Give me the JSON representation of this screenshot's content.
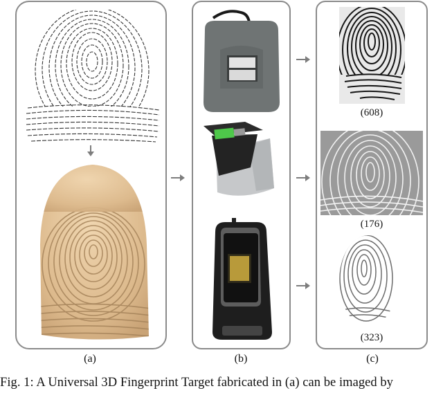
{
  "figure": {
    "panels": [
      {
        "id": "a",
        "label": "(a)",
        "content": "fingerprint-pattern and 3D-printed finger target"
      },
      {
        "id": "b",
        "label": "(b)",
        "content": "three fingerprint readers"
      },
      {
        "id": "c",
        "label": "(c)",
        "content": "captured fingerprint images"
      }
    ],
    "panel_c_captions": [
      "(608)",
      "(176)",
      "(323)"
    ],
    "caption": "Fig. 1: A Universal 3D Fingerprint Target fabricated in (a) can be imaged by",
    "colors": {
      "border": "#8a8a8a",
      "arrow": "#7d7d7d",
      "finger_skin": "#e2c39a",
      "reader_gray": "#6f7474",
      "reader_black": "#1e1e1e",
      "sensor_gold": "#b89a3a"
    }
  }
}
